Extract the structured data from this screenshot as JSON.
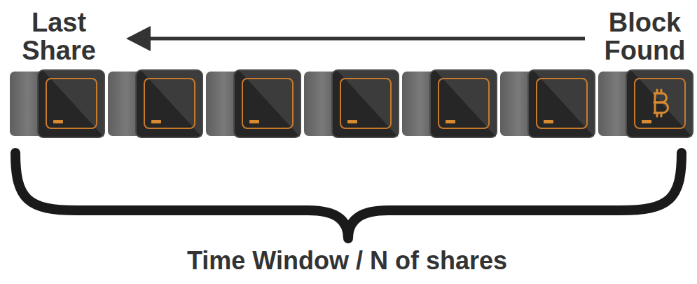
{
  "diagram": {
    "labels": [
      "Last Share",
      "Block Found",
      "Time Window / N of shares"
    ]
  }
}
